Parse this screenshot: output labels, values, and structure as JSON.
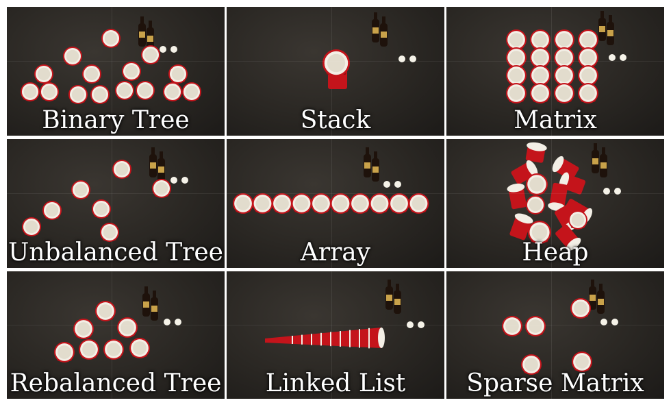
{
  "background": "#ffffff",
  "colors": {
    "cup_red": "#c4141b",
    "cup_rim": "#f3efe6",
    "table": "#2a2723",
    "bottle": "#1e120b",
    "label": "#c9a24a",
    "ball": "#f5f2e8",
    "caption": "#ffffff"
  },
  "panels": [
    {
      "label": "Binary Tree",
      "icon": "cups-binary-tree"
    },
    {
      "label": "Stack",
      "icon": "cups-stack"
    },
    {
      "label": "Matrix",
      "icon": "cups-matrix"
    },
    {
      "label": "Unbalanced Tree",
      "icon": "cups-unbalanced-tree"
    },
    {
      "label": "Array",
      "icon": "cups-array"
    },
    {
      "label": "Heap",
      "icon": "cups-heap"
    },
    {
      "label": "Rebalanced Tree",
      "icon": "cups-rebalanced-tree"
    },
    {
      "label": "Linked List",
      "icon": "cups-linked-list"
    },
    {
      "label": "Sparse Matrix",
      "icon": "cups-sparse-matrix"
    }
  ]
}
